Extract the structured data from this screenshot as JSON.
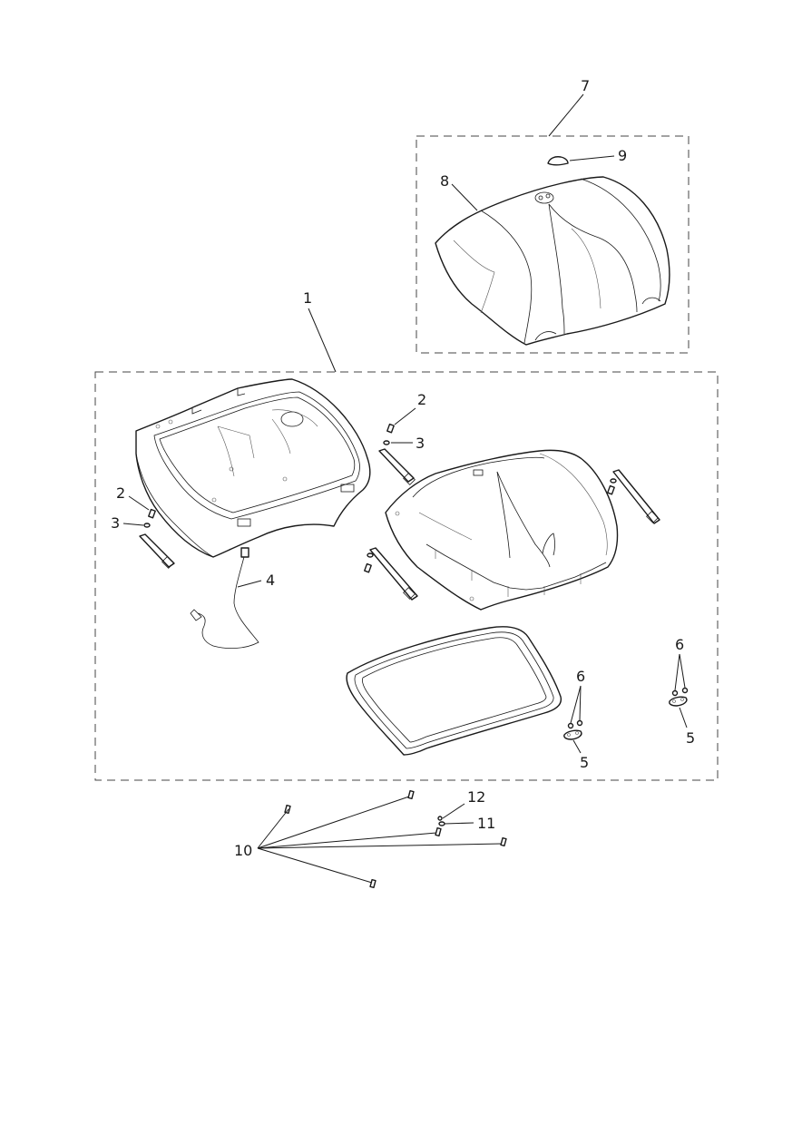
{
  "callouts": {
    "c1": "1",
    "c2a": "2",
    "c2b": "2",
    "c3a": "3",
    "c3b": "3",
    "c4": "4",
    "c5a": "5",
    "c5b": "5",
    "c6a": "6",
    "c6b": "6",
    "c7": "7",
    "c8": "8",
    "c9": "9",
    "c10": "10",
    "c11": "11",
    "c12": "12"
  },
  "colors": {
    "line": "#1a1a1a",
    "background": "#ffffff"
  }
}
